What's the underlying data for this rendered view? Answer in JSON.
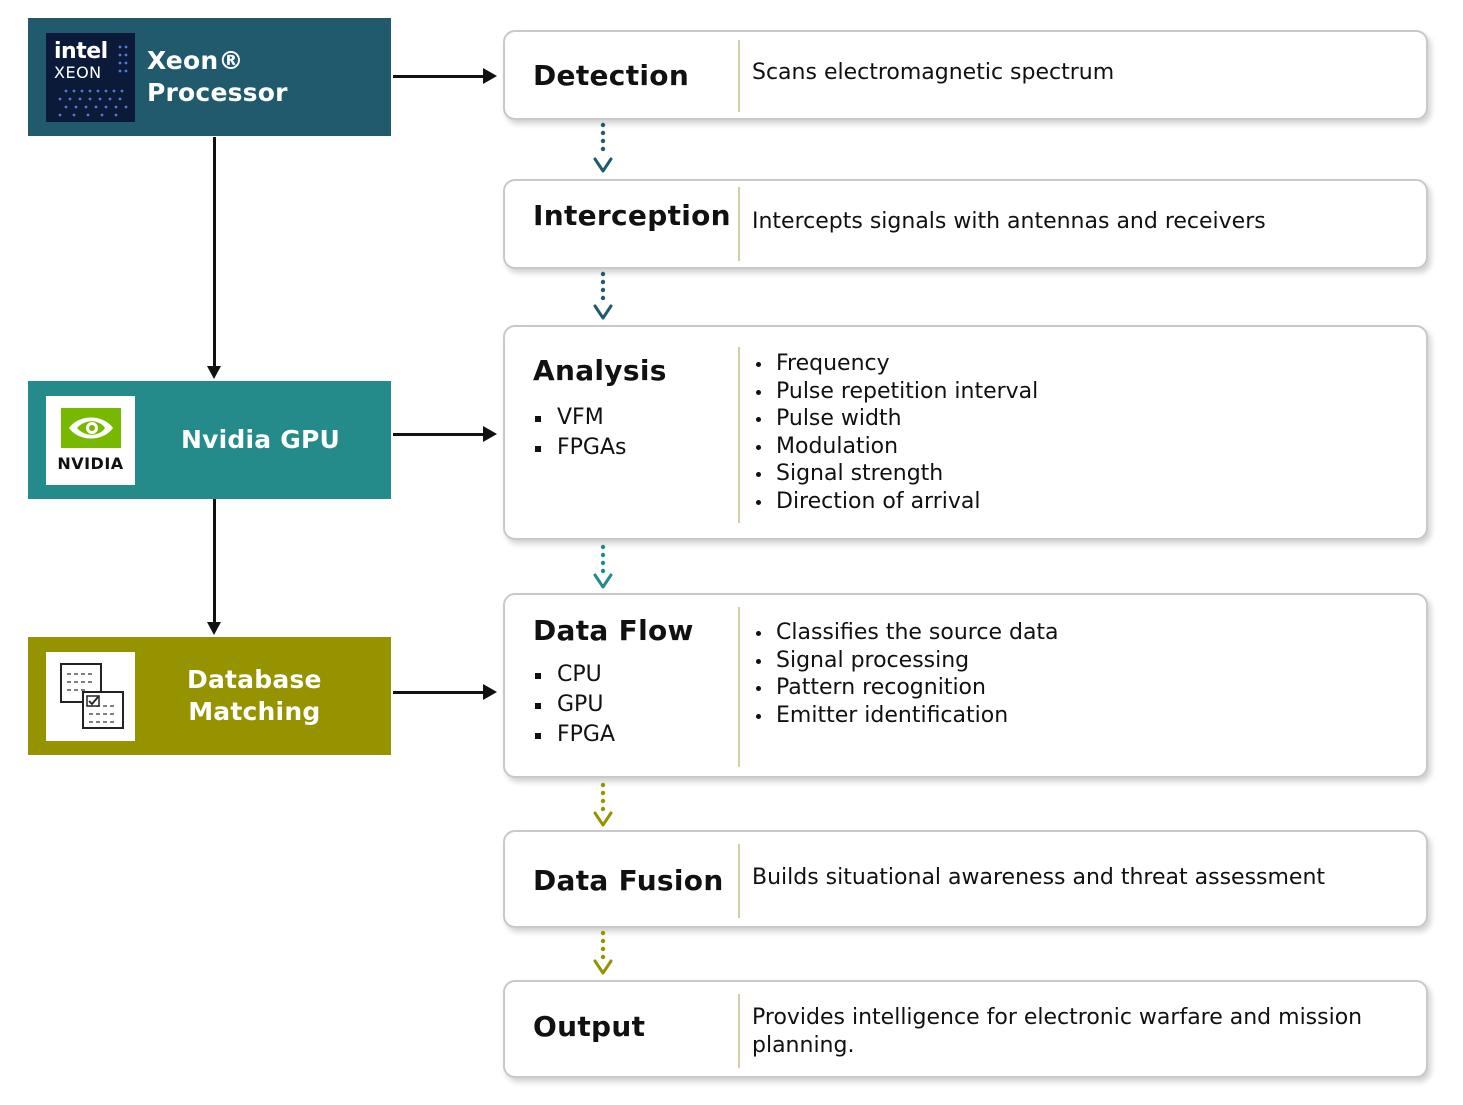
{
  "hardware": {
    "xeon": {
      "label": "Xeon® Processor",
      "logo_text_1": "intel",
      "logo_text_2": "XEON",
      "color": "#215a6c"
    },
    "gpu": {
      "label": "Nvidia GPU",
      "logo_text": "NVIDIA",
      "color": "#258b8a"
    },
    "db": {
      "label_line1": "Database",
      "label_line2": "Matching",
      "color": "#969300"
    }
  },
  "stages": {
    "detection": {
      "title": "Detection",
      "desc": "Scans electromagnetic spectrum"
    },
    "interception": {
      "title": "Interception",
      "desc": "Intercepts signals with antennas and receivers"
    },
    "analysis": {
      "title": "Analysis",
      "sub": [
        "VFM",
        "FPGAs"
      ],
      "bullets": [
        "Frequency",
        "Pulse repetition interval",
        "Pulse width",
        "Modulation",
        "Signal strength",
        "Direction of arrival"
      ]
    },
    "dataflow": {
      "title": "Data Flow",
      "sub": [
        "CPU",
        "GPU",
        "FPGA"
      ],
      "bullets": [
        "Classifies the source data",
        "Signal processing",
        "Pattern recognition",
        "Emitter identification"
      ]
    },
    "fusion": {
      "title": "Data Fusion",
      "desc": "Builds situational awareness and threat assessment"
    },
    "output": {
      "title": "Output",
      "desc": "Provides intelligence for electronic warfare and mission planning."
    }
  },
  "connector_colors": [
    "#215a6c",
    "#215a6c",
    "#258b8a",
    "#969300",
    "#969300"
  ]
}
